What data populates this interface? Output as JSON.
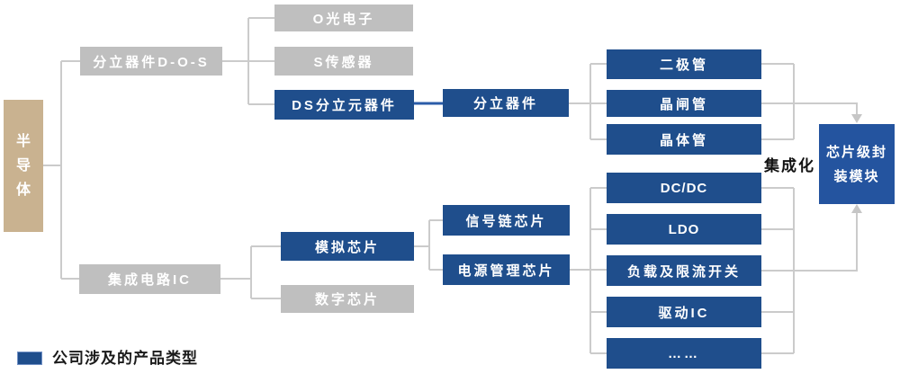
{
  "colors": {
    "product_highlight_blue": "#1F4E8C",
    "module_blue": "#24549F",
    "not_offered_gray": "#BFBFBF",
    "root_tan": "#C9B290",
    "connector_gray": "#CBCBCB",
    "connector_blue": "#2B5CA8"
  },
  "tree": {
    "root": {
      "label": "半导体"
    },
    "discrete_branch": {
      "parent": "分立器件D-O-S",
      "optoelectronics": "O光电子",
      "sensor": "S传感器",
      "ds_discrete": "DS分立元器件",
      "discrete_device": "分立器件",
      "products": {
        "diode": "二极管",
        "thyristor": "晶闸管",
        "transistor": "晶体管"
      }
    },
    "ic_branch": {
      "parent": "集成电路IC",
      "analog_chip": "模拟芯片",
      "digital_chip": "数字芯片",
      "analog_children": {
        "signal_chain": "信号链芯片",
        "power_mgmt": "电源管理芯片"
      },
      "power_products": {
        "dcdc": "DC/DC",
        "ldo": "LDO",
        "load_switch": "负载及限流开关",
        "driver_ic": "驱动IC",
        "more": "……"
      }
    },
    "module": {
      "label": "芯片级封装模块",
      "annotation": "集成化"
    }
  },
  "legend": {
    "label": "公司涉及的产品类型"
  }
}
